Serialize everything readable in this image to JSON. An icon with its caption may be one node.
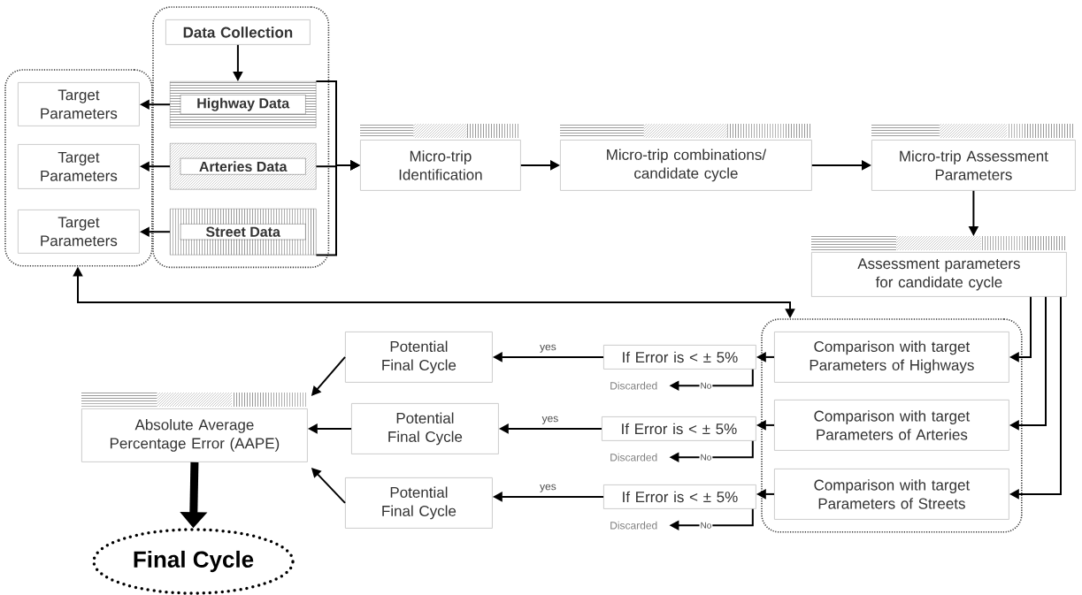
{
  "diagram": {
    "nodes": [
      {
        "text": [],
        "shape": "box"
      },
      {
        "text": [
          "Target Parameters"
        ],
        "in": 0
      },
      {
        "text": [
          "Target Parameters"
        ],
        "in": 0
      },
      {
        "text": [
          "Target Parameters"
        ],
        "in": 0
      },
      {
        "text": [],
        "shape": "box"
      },
      {
        "text": [
          "Data Collection"
        ],
        "in": 4
      },
      {
        "text": [
          "Highway Data"
        ],
        "in": 4
      },
      {
        "text": [
          "Arteries Data"
        ],
        "in": 4
      },
      {
        "text": [
          "Street Data"
        ],
        "in": 4
      },
      {
        "text": [
          "Micro-trip Identification"
        ]
      },
      {
        "text": [
          "Micro-trip combinations/ candidate cycle"
        ]
      },
      {
        "text": [
          "Micro-trip Assessment Parameters"
        ]
      },
      {
        "text": [
          "Assessment parameters for candidate cycle"
        ]
      },
      {
        "text": [],
        "shape": "box"
      },
      {
        "text": [
          "Comparison with target Parameters of Highways"
        ],
        "in": 13
      },
      {
        "text": [
          "Comparison with target Parameters of Arteries"
        ],
        "in": 13
      },
      {
        "text": [
          "Comparison with target Parameters of Streets"
        ],
        "in": 13
      },
      {
        "text": [
          "If Error is < ± 5%"
        ]
      },
      {
        "text": [
          "If Error is < ± 5%"
        ]
      },
      {
        "text": [
          "If Error is < ± 5%"
        ]
      },
      {
        "text": [
          "Potential Final Cycle"
        ]
      },
      {
        "text": [
          "Potential Final Cycle"
        ]
      },
      {
        "text": [
          "Potential Final Cycle"
        ]
      },
      {
        "text": [
          "Absolute Average Percentage Error (AAPE)"
        ]
      },
      {
        "text": [
          "Final Cycle"
        ]
      },
      {
        "text": [
          "Discarded"
        ]
      },
      {
        "text": [
          "Discarded"
        ]
      },
      {
        "text": [
          "Discarded"
        ]
      }
    ],
    "edges": [
      {
        "from": 5,
        "to": 6,
        "arrow": "to"
      },
      {
        "from": 6,
        "to": 1,
        "arrow": "to"
      },
      {
        "from": 7,
        "to": 2,
        "arrow": "to"
      },
      {
        "from": 8,
        "to": 3,
        "arrow": "to"
      },
      {
        "from": 6,
        "to": 9,
        "arrow": "to"
      },
      {
        "from": 7,
        "to": 9,
        "arrow": "to"
      },
      {
        "from": 8,
        "to": 9,
        "arrow": "to"
      },
      {
        "from": 9,
        "to": 10,
        "arrow": "to"
      },
      {
        "from": 10,
        "to": 11,
        "arrow": "to"
      },
      {
        "from": 11,
        "to": 12,
        "arrow": "to"
      },
      {
        "from": 12,
        "to": 14,
        "arrow": "to"
      },
      {
        "from": 12,
        "to": 15,
        "arrow": "to"
      },
      {
        "from": 12,
        "to": 16,
        "arrow": "to"
      },
      {
        "from": 0,
        "to": 13,
        "arrow": "both"
      },
      {
        "from": 14,
        "to": 17,
        "arrow": "to"
      },
      {
        "from": 15,
        "to": 18,
        "arrow": "to"
      },
      {
        "from": 16,
        "to": 19,
        "arrow": "to"
      },
      {
        "from": 17,
        "to": 20,
        "arrow": "to",
        "label": "yes"
      },
      {
        "from": 18,
        "to": 21,
        "arrow": "to",
        "label": "yes"
      },
      {
        "from": 19,
        "to": 22,
        "arrow": "to",
        "label": "yes"
      },
      {
        "from": 17,
        "to": 25,
        "arrow": "to",
        "label": "No"
      },
      {
        "from": 18,
        "to": 26,
        "arrow": "to",
        "label": "No"
      },
      {
        "from": 19,
        "to": 27,
        "arrow": "to",
        "label": "No"
      },
      {
        "from": 20,
        "to": 23,
        "arrow": "to"
      },
      {
        "from": 21,
        "to": 23,
        "arrow": "to"
      },
      {
        "from": 22,
        "to": 23,
        "arrow": "to"
      },
      {
        "from": 23,
        "to": 24,
        "arrow": "to",
        "style": "thick"
      }
    ]
  }
}
